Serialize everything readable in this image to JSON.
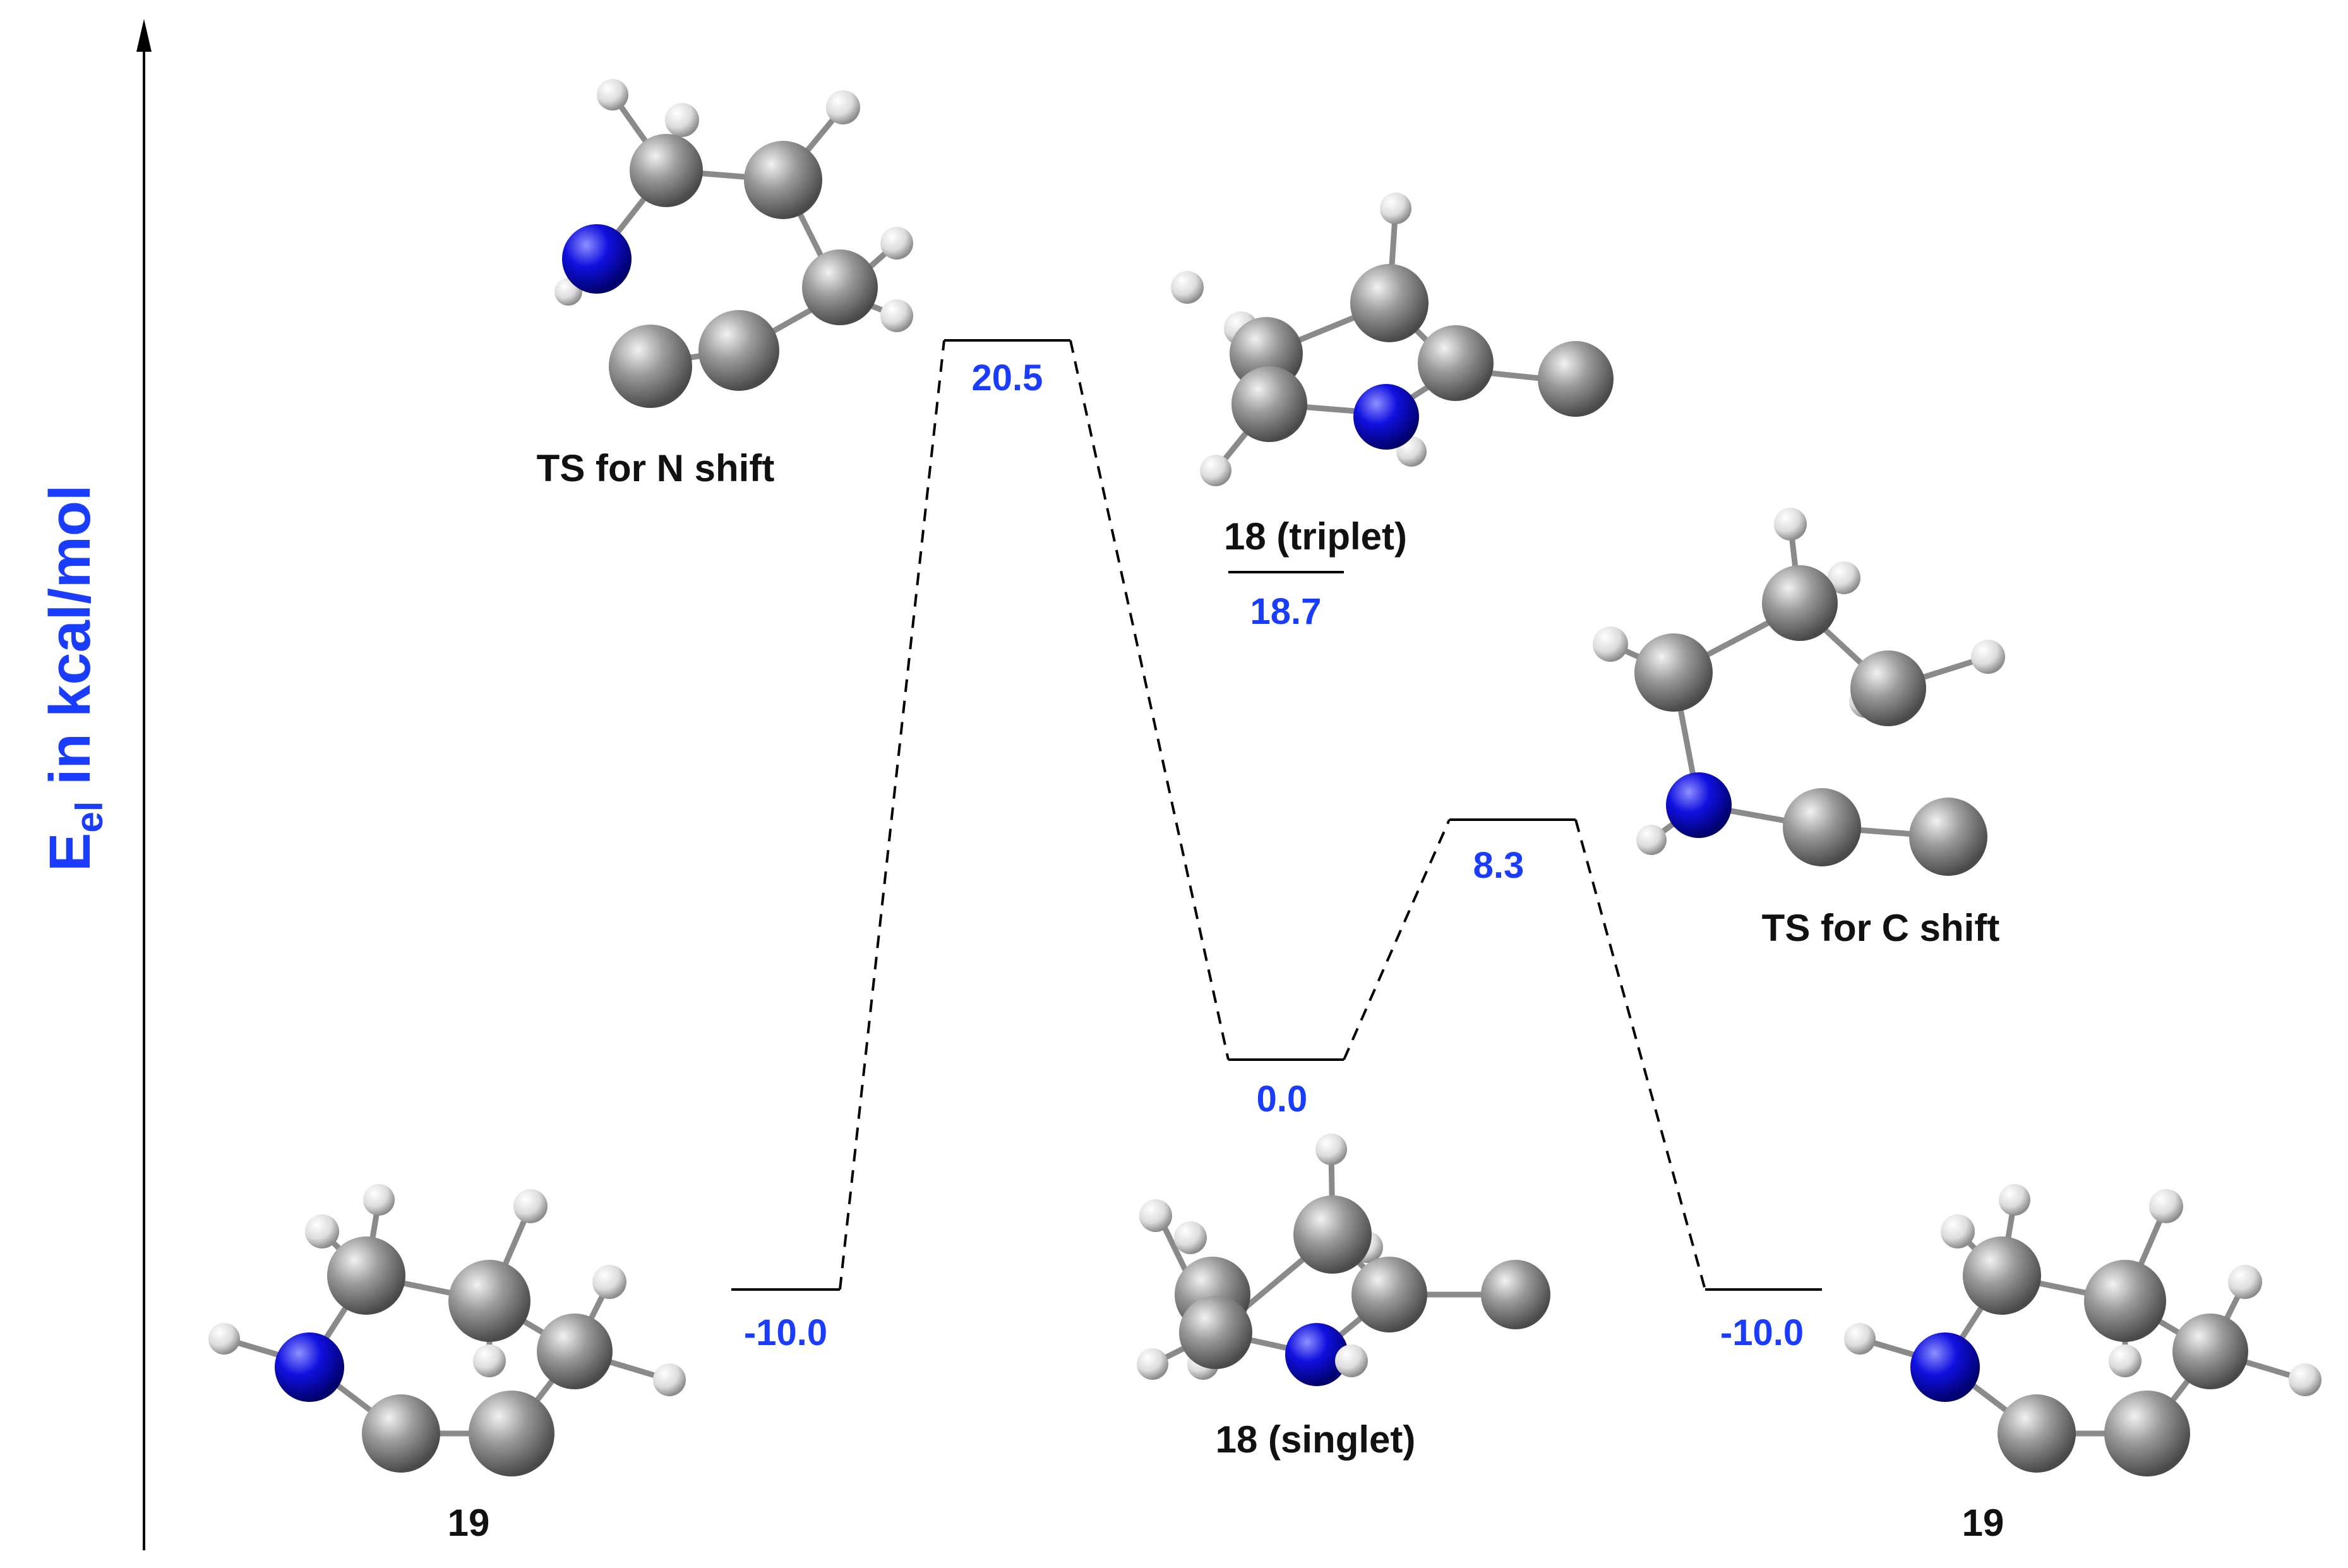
{
  "axis": {
    "title_main": "E",
    "title_sub": "el",
    "title_rest": " in kcal/mol"
  },
  "levels": [
    {
      "id": "left-19",
      "value": "-10.0"
    },
    {
      "id": "ts-n-shift",
      "value": "20.5"
    },
    {
      "id": "triplet-18",
      "value": "18.7"
    },
    {
      "id": "singlet-18",
      "value": "0.0"
    },
    {
      "id": "ts-c-shift",
      "value": "8.3"
    },
    {
      "id": "right-19",
      "value": "-10.0"
    }
  ],
  "labels": {
    "ts_n_shift": "TS for N shift",
    "triplet": "18 (triplet)",
    "ts_c_shift": "TS for C shift",
    "singlet": "18 (singlet)",
    "left_19": "19",
    "right_19": "19"
  },
  "colors": {
    "axis_title": "#1a3cff",
    "level_value": "#1a3cff",
    "nitrogen": "#1a1aff",
    "carbon": "#8a8a8a",
    "hydrogen": "#e6e6e6"
  }
}
